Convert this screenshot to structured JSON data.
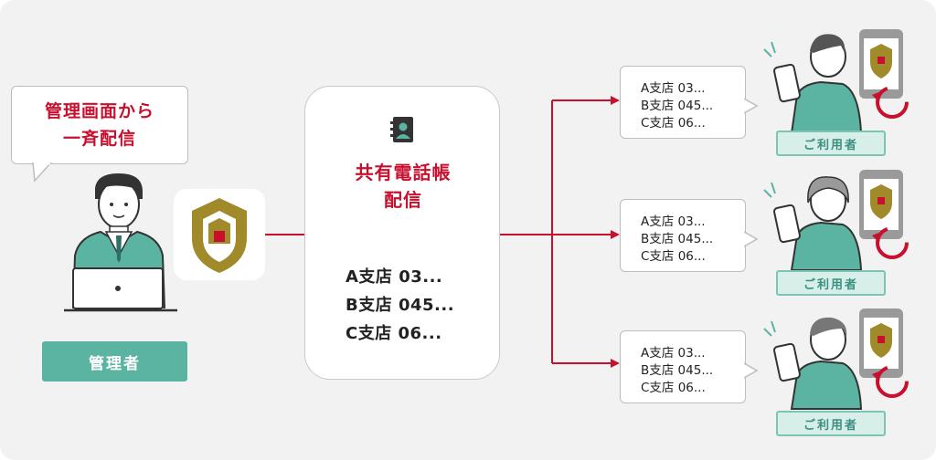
{
  "admin": {
    "speech_line1": "管理画面から",
    "speech_line2": "一斉配信",
    "role_label": "管理者"
  },
  "center_card": {
    "title_line1": "共有電話帳",
    "title_line2": "配信",
    "entries": [
      "A支店 03...",
      "B支店 045...",
      "C支店 06..."
    ]
  },
  "recipients": [
    {
      "lines": [
        "A支店 03...",
        "B支店 045...",
        "C支店 06..."
      ],
      "label": "ご利用者"
    },
    {
      "lines": [
        "A支店 03...",
        "B支店 045...",
        "C支店 06..."
      ],
      "label": "ご利用者"
    },
    {
      "lines": [
        "A支店 03...",
        "B支店 045...",
        "C支店 06..."
      ],
      "label": "ご利用者"
    }
  ],
  "colors": {
    "accent_red": "#c8102e",
    "teal": "#5bb4a2",
    "gold": "#a08a2a",
    "label_bg": "#d7eee9"
  },
  "icons": [
    "shield-app-icon",
    "address-book-icon",
    "smartphone-icon",
    "sync-icon",
    "laptop-icon"
  ]
}
